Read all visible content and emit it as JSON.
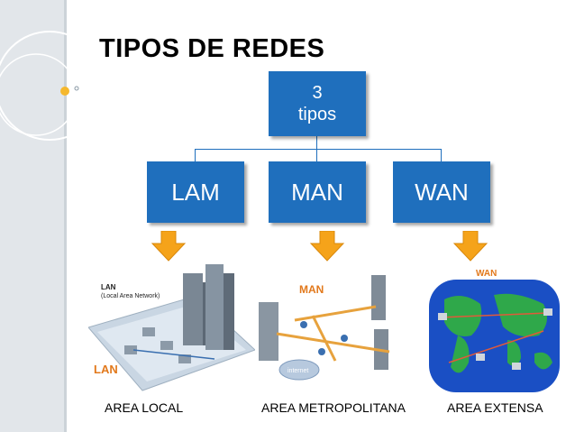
{
  "title": "TIPOS DE REDES",
  "root": {
    "line1": "3",
    "line2": "tipos"
  },
  "types": [
    {
      "label": "LAM",
      "caption": "AREA LOCAL",
      "image_label": "LAN",
      "image_sublabel_1": "LAN",
      "image_sublabel_2": "(Local Area Network)"
    },
    {
      "label": "MAN",
      "caption": "AREA METROPOLITANA",
      "image_label": "MAN",
      "internet": "internet"
    },
    {
      "label": "WAN",
      "caption": "AREA EXTENSA",
      "image_label": "WAN"
    }
  ],
  "colors": {
    "box": "#1f6fbd",
    "arrow": "#f5a31a",
    "sidebar": "#e2e6ea"
  },
  "icons": [
    "arrow-down-icon",
    "lan-illustration",
    "man-illustration",
    "wan-illustration"
  ]
}
